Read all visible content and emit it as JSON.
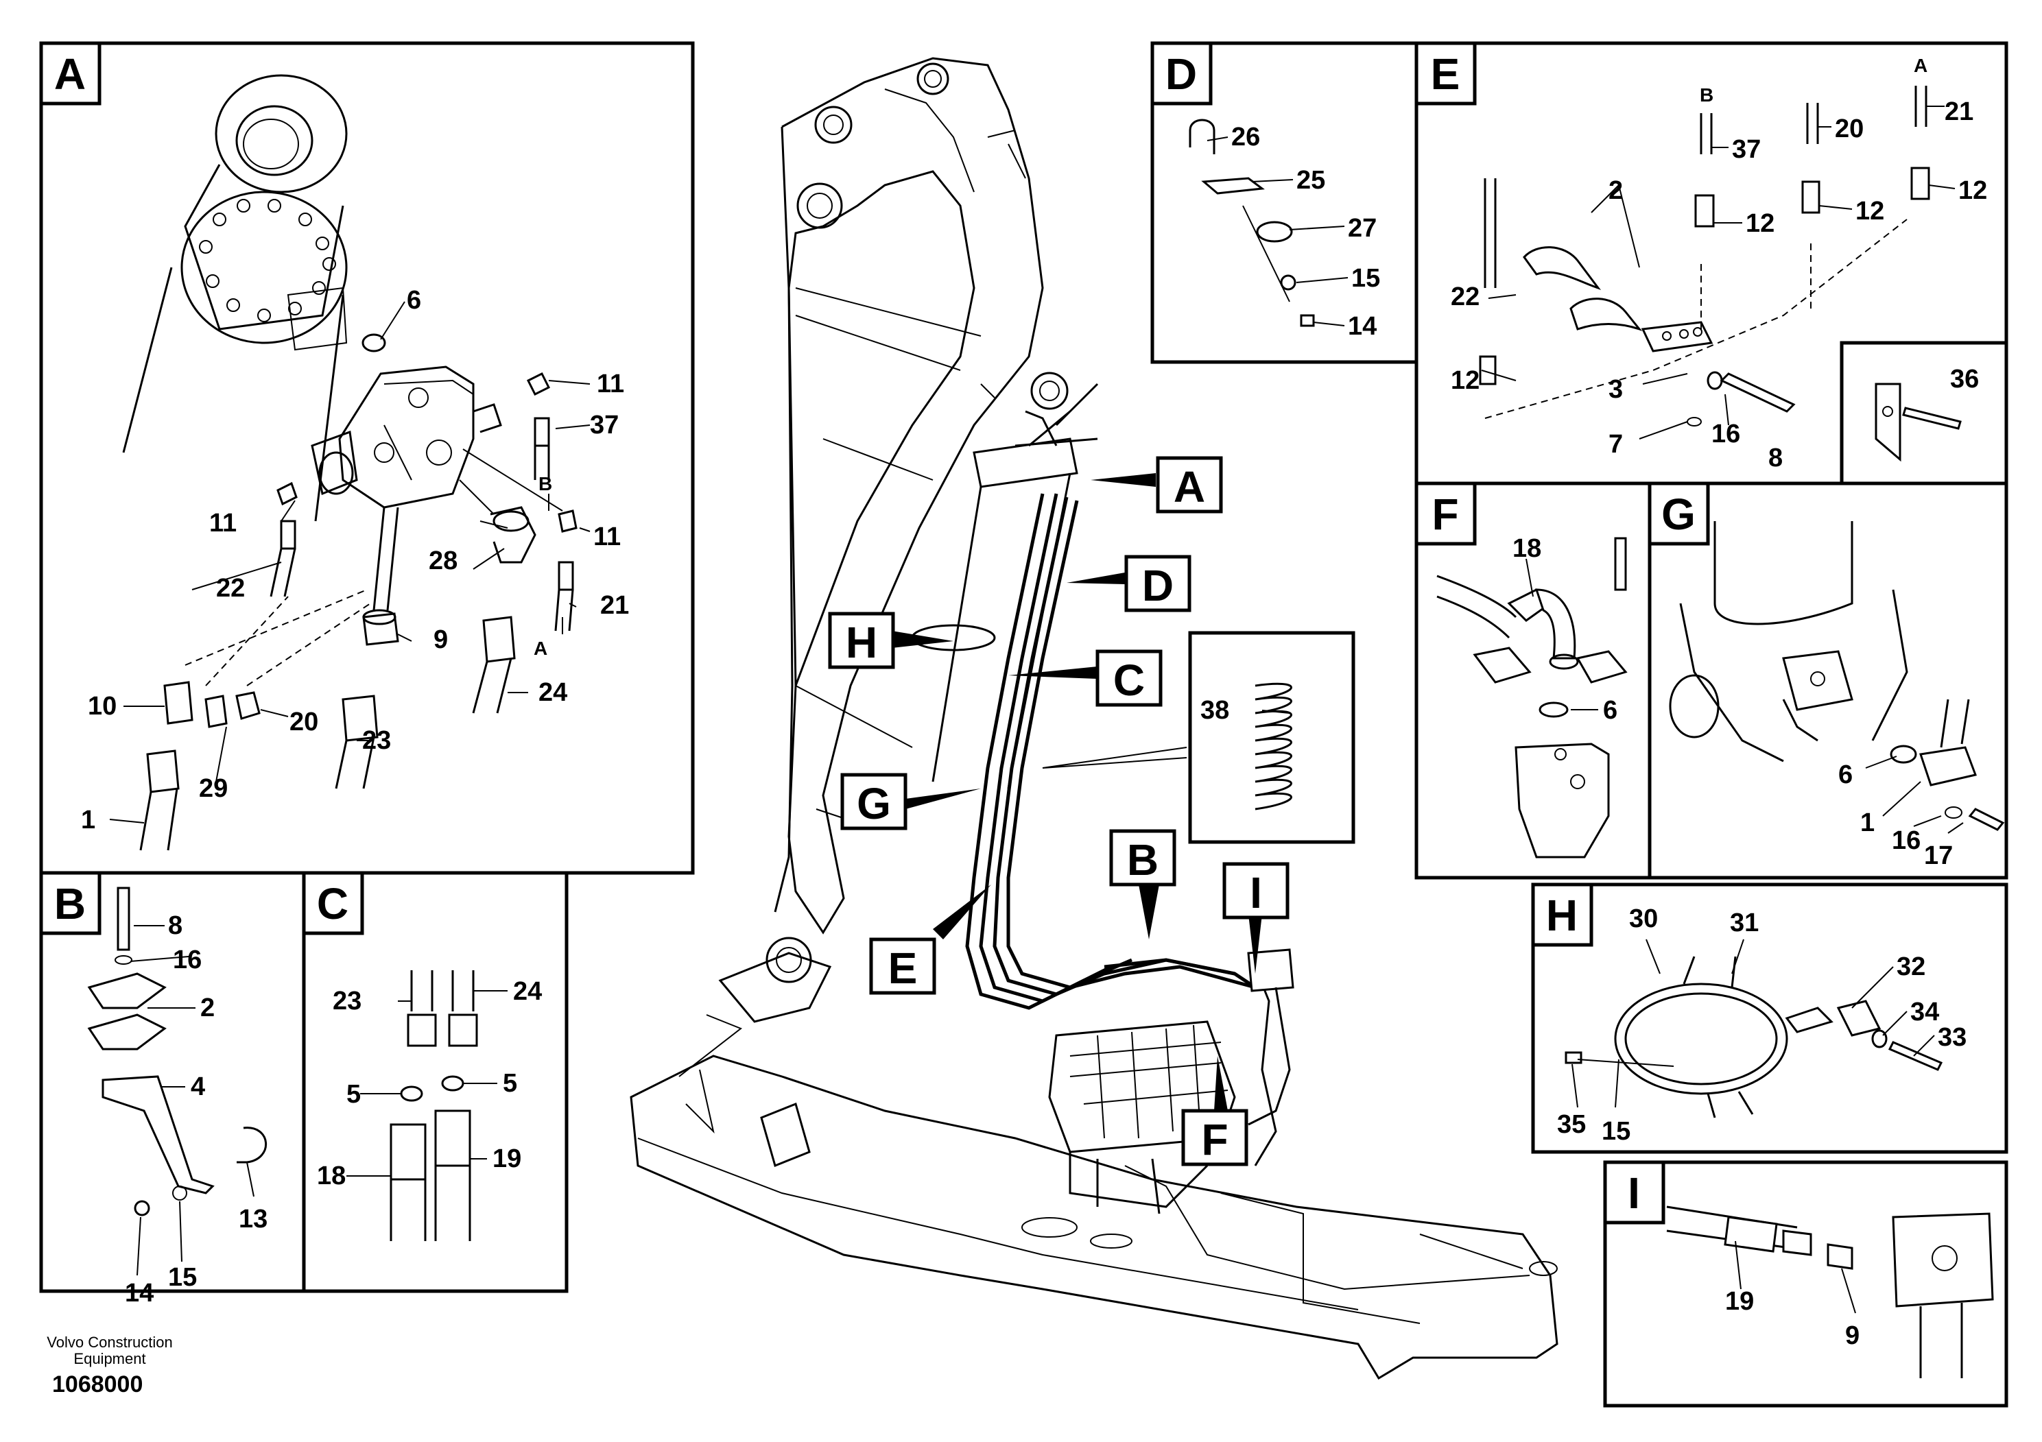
{
  "brand": {
    "line1": "Volvo Construction",
    "line2": "Equipment"
  },
  "document_number": "1068000",
  "panels": {
    "A": {
      "letter": "A",
      "labels": [
        "6",
        "11",
        "37",
        "B",
        "11",
        "11",
        "28",
        "22",
        "21",
        "A",
        "9",
        "24",
        "10",
        "29",
        "20",
        "23",
        "1"
      ]
    },
    "B": {
      "letter": "B",
      "labels": [
        "8",
        "16",
        "2",
        "4",
        "13",
        "14",
        "15"
      ]
    },
    "C": {
      "letter": "C",
      "labels": [
        "23",
        "24",
        "5",
        "5",
        "18",
        "19"
      ]
    },
    "D": {
      "letter": "D",
      "labels": [
        "26",
        "25",
        "27",
        "15",
        "14"
      ]
    },
    "E": {
      "letter": "E",
      "labels": [
        "A",
        "B",
        "21",
        "37",
        "20",
        "2",
        "12",
        "12",
        "12",
        "22",
        "12",
        "3",
        "16",
        "7",
        "8",
        "36"
      ]
    },
    "F": {
      "letter": "F",
      "labels": [
        "18",
        "6"
      ]
    },
    "G": {
      "letter": "G",
      "labels": [
        "6",
        "1",
        "16",
        "17"
      ]
    },
    "H": {
      "letter": "H",
      "labels": [
        "30",
        "31",
        "32",
        "34",
        "33",
        "35",
        "15"
      ]
    },
    "I": {
      "letter": "I",
      "labels": [
        "19",
        "9"
      ]
    }
  },
  "main_callouts": [
    "A",
    "D",
    "C",
    "H",
    "G",
    "E",
    "B",
    "I",
    "F"
  ],
  "spring_callout": "38"
}
